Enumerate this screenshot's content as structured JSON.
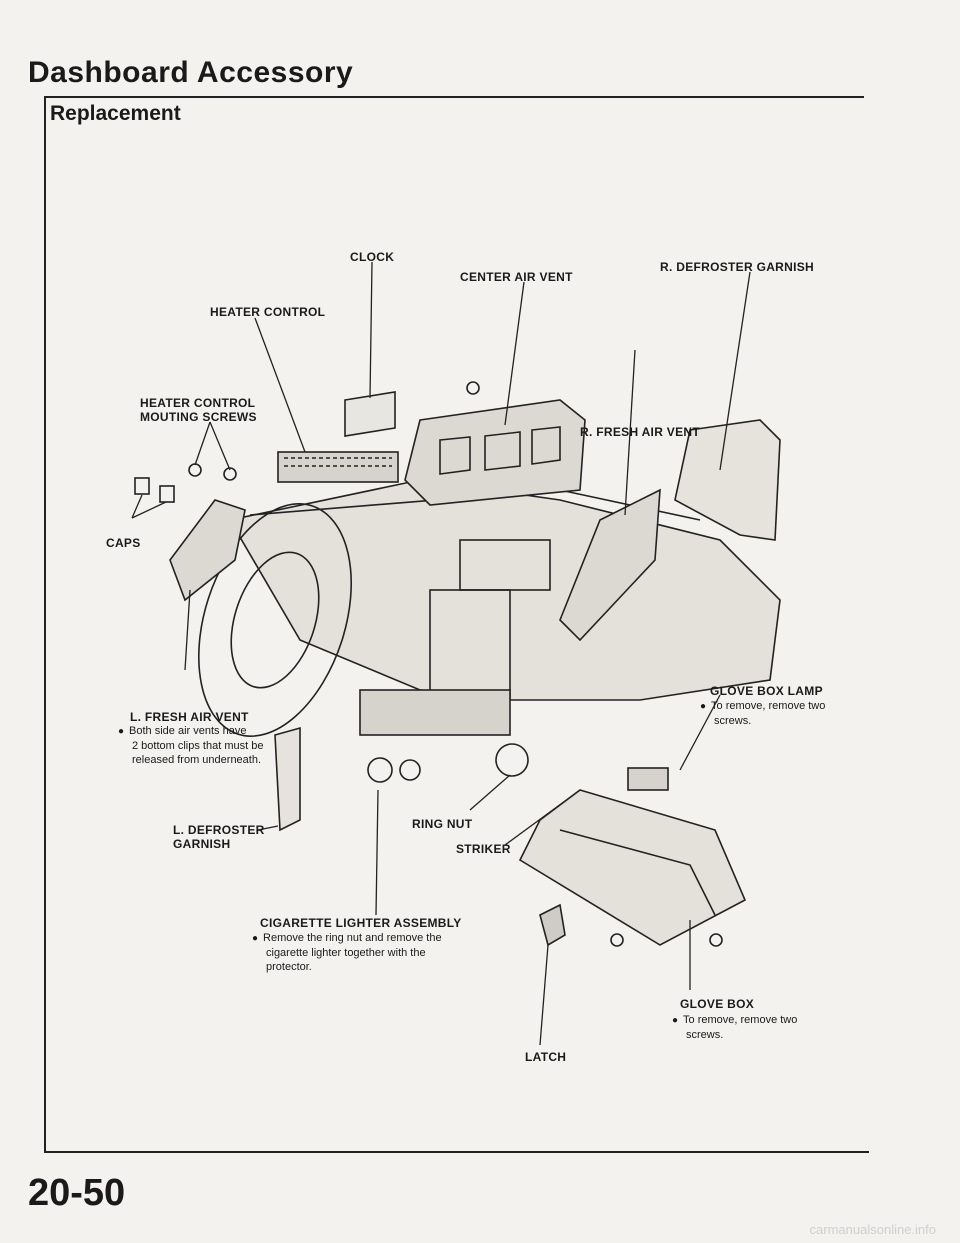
{
  "header": {
    "title": "Dashboard Accessory",
    "subtitle": "Replacement"
  },
  "labels": {
    "clock": "CLOCK",
    "center_air_vent": "CENTER AIR VENT",
    "r_defroster_garnish": "R. DEFROSTER GARNISH",
    "heater_control": "HEATER CONTROL",
    "heater_control_screws_1": "HEATER CONTROL",
    "heater_control_screws_2": "MOUTING SCREWS",
    "r_fresh_air_vent": "R. FRESH AIR VENT",
    "caps": "CAPS",
    "glove_box_lamp": "GLOVE BOX LAMP",
    "l_fresh_air_vent": "L. FRESH AIR VENT",
    "l_defroster_garnish_1": "L. DEFROSTER",
    "l_defroster_garnish_2": "GARNISH",
    "ring_nut": "RING NUT",
    "striker": "STRIKER",
    "cigarette_lighter": "CIGARETTE LIGHTER ASSEMBLY",
    "glove_box": "GLOVE BOX",
    "latch": "LATCH"
  },
  "notes": {
    "glove_box_lamp_1": "To remove, remove two",
    "glove_box_lamp_2": "screws.",
    "l_fresh_air_vent_1": "Both side air vents have",
    "l_fresh_air_vent_2": "2 bottom clips that must be",
    "l_fresh_air_vent_3": "released from underneath.",
    "cigarette_1": "Remove the ring nut and remove the",
    "cigarette_2": "cigarette lighter together with the",
    "cigarette_3": "protector.",
    "glove_box_1": "To remove, remove two",
    "glove_box_2": "screws."
  },
  "footer": {
    "page_number": "20-50",
    "watermark": "carmanualsonline.info"
  }
}
